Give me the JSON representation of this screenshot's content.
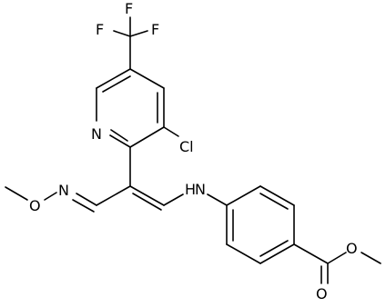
{
  "atoms": {
    "f_top": "F",
    "f_left": "F",
    "f_right": "F",
    "cl": "Cl",
    "n_pyridine": "N",
    "n_oxime": "N",
    "o_oxime": "O",
    "nh": "H",
    "nh_n": "N",
    "o_carbonyl": "O",
    "o_ester": "O"
  }
}
